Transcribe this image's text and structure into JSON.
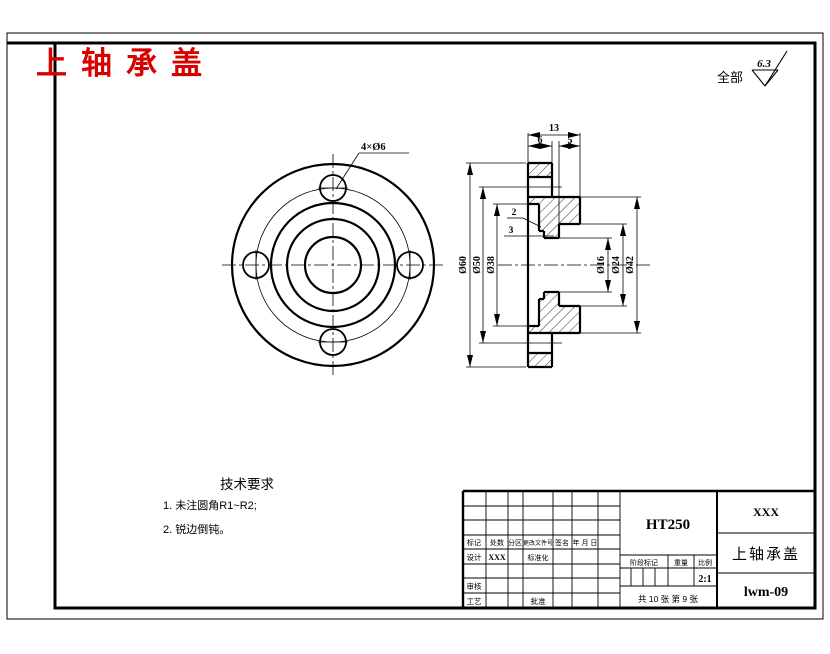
{
  "sheet": {
    "red_title": "上轴承盖"
  },
  "finish_note": {
    "scope": "全部",
    "roughness": "6.3"
  },
  "front_view": {
    "hole_callout": "4×Ø6"
  },
  "section_view": {
    "dim_width_total": "13",
    "dim_width_flange": "6",
    "dim_width_boss": "5",
    "dim_depth_2": "2",
    "dim_depth_3": "3",
    "dia_outer": "Ø60",
    "dia_bolt_circle": "Ø50",
    "dia_recess": "Ø38",
    "dia_hole": "Ø16",
    "dia_counterbore": "Ø24",
    "dia_boss": "Ø42"
  },
  "tech_requirements": {
    "title": "技术要求",
    "item1": "1. 未注圆角R1~R2;",
    "item2": "2. 锐边倒钝。"
  },
  "title_block": {
    "material": "HT250",
    "company": "XXX",
    "part_name": "上轴承盖",
    "drawing_number": "lwm-09",
    "scale_value": "2:1",
    "sheet_note": "共 10 张  第 9 张",
    "col_mark": "标记",
    "col_count": "处数",
    "col_zone": "分区",
    "col_change_doc": "更改文件号",
    "col_sign": "签名",
    "col_date": "年 月 日",
    "row_design": "设计",
    "designer": "XXX",
    "std_label": "标准化",
    "row_check": "审核",
    "row_process": "工艺",
    "approve_label": "批准",
    "stage_label": "阶段标记",
    "weight_label": "重量",
    "scale_label": "比例"
  }
}
